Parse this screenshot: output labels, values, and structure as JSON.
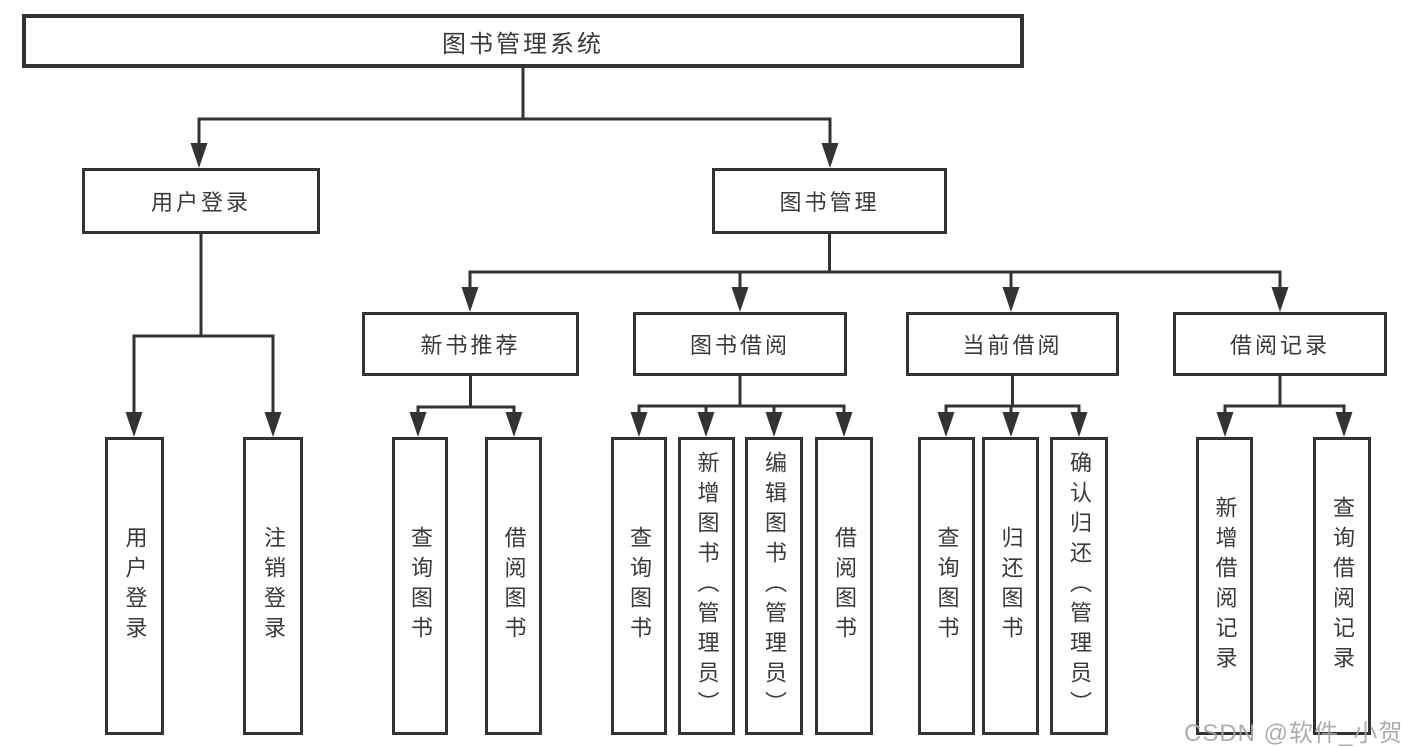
{
  "diagram": {
    "root": "图书管理系统",
    "level2": {
      "user_login": "用户登录",
      "book_management": "图书管理"
    },
    "level3": {
      "new_book_recommend": "新书推荐",
      "book_borrow": "图书借阅",
      "current_borrow": "当前借阅",
      "borrow_records": "借阅记录"
    },
    "leaves": {
      "user_login_children": [
        "用户登录",
        "注销登录"
      ],
      "new_book_children": [
        "查询图书",
        "借阅图书"
      ],
      "book_borrow_children": [
        "查询图书",
        "新增图书（管理员）",
        "编辑图书（管理员）",
        "借阅图书"
      ],
      "current_borrow_children": [
        "查询图书",
        "归还图书",
        "确认归还（管理员）"
      ],
      "borrow_records_children": [
        "新增借阅记录",
        "查询借阅记录"
      ]
    },
    "colors": {
      "line": "#333333",
      "box_border": "#333333",
      "text": "#3a3a3a",
      "background": "#ffffff",
      "watermark": "#a5a5a5"
    }
  },
  "watermark": {
    "text": "CSDN @软件_小贺同学"
  }
}
